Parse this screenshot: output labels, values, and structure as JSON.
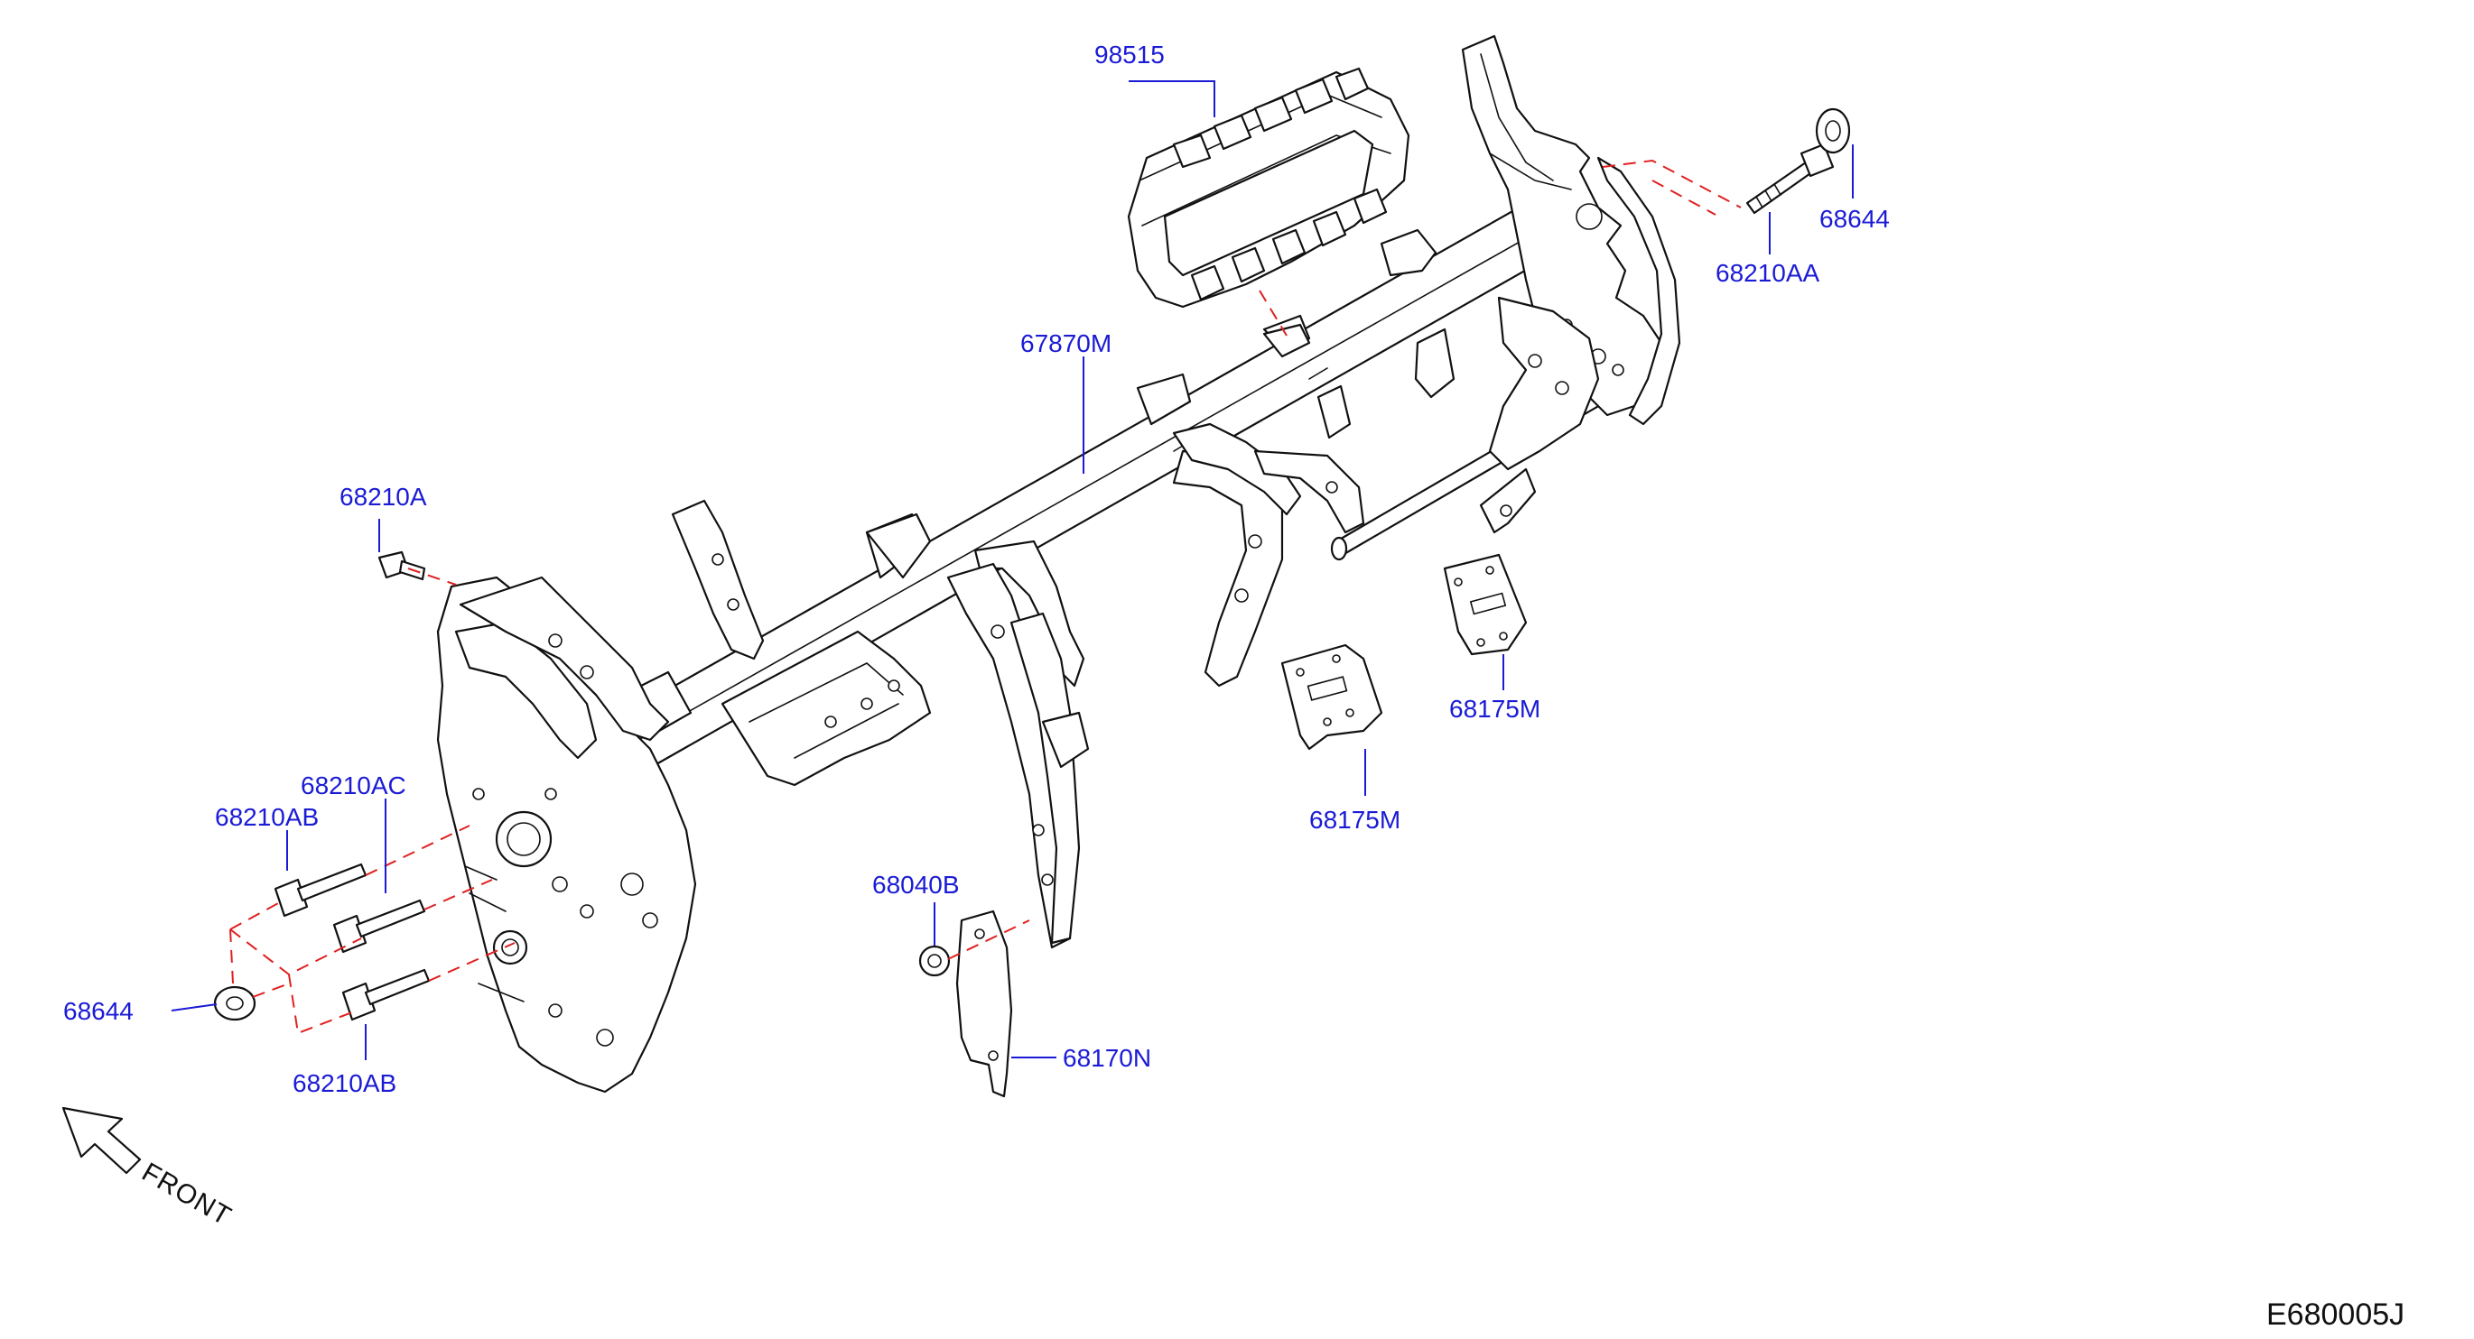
{
  "diagram": {
    "code": "E680005J",
    "front_label": "FRONT",
    "callouts": {
      "p98515": "98515",
      "p67870M": "67870M",
      "p68210A": "68210A",
      "p68210AC": "68210AC",
      "p68210AB_top": "68210AB",
      "p68644_left": "68644",
      "p68210AB_bottom": "68210AB",
      "p68040B": "68040B",
      "p68170N": "68170N",
      "p68175M_center": "68175M",
      "p68175M_right": "68175M",
      "p68210AA": "68210AA",
      "p68644_right": "68644"
    }
  }
}
